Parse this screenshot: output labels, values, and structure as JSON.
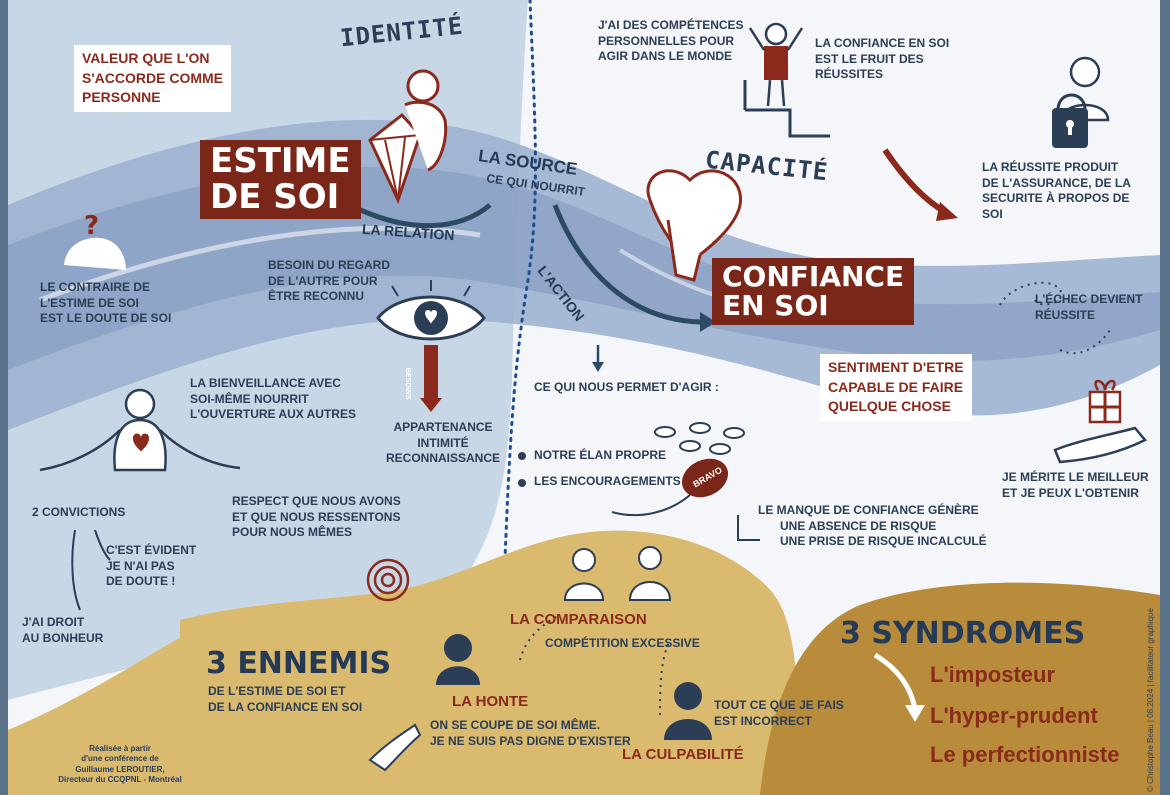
{
  "identite": {
    "title": "IDENTITÉ",
    "value_box": [
      "VALEUR QUE L'ON",
      "S'ACCORDE COMME",
      "PERSONNE"
    ],
    "estime": [
      "ESTIME",
      "DE SOI"
    ],
    "relation": "LA RELATION",
    "contraire": [
      "LE CONTRAIRE DE",
      "L'ESTIME DE SOI",
      "EST LE DOUTE DE SOI"
    ],
    "besoin": [
      "BESOIN DU REGARD",
      "DE L'AUTRE POUR",
      "ÊTRE RECONNU"
    ],
    "besoins_tag": "BESOINS",
    "appartenance": [
      "APPARTENANCE",
      "INTIMITÉ",
      "RECONNAISSANCE"
    ],
    "bienveillance": [
      "LA BIENVEILLANCE AVEC",
      "SOI-MÊME NOURRIT",
      "L'OUVERTURE AUX AUTRES"
    ],
    "respect": [
      "RESPECT QUE NOUS AVONS",
      "ET QUE NOUS RESSENTONS",
      "POUR NOUS MÊMES"
    ],
    "convictions": "2 CONVICTIONS",
    "evident": [
      "C'EST ÉVIDENT",
      "JE N'AI PAS",
      "DE DOUTE !"
    ],
    "droit": [
      "J'AI DROIT",
      "AU BONHEUR"
    ]
  },
  "source": {
    "title": "LA SOURCE",
    "subtitle": "CE QUI NOURRIT",
    "action": "L'ACTION"
  },
  "capacite": {
    "title": "CAPACITÉ",
    "competences": [
      "J'AI DES COMPÉTENCES",
      "PERSONNELLES POUR",
      "AGIR DANS LE MONDE"
    ],
    "fruit": [
      "LA CONFIANCE EN SOI",
      "EST LE FRUIT DES",
      "RÉUSSITES"
    ],
    "reussite": [
      "LA RÉUSSITE PRODUIT",
      "DE L'ASSURANCE, DE LA",
      "SECURITE À PROPOS DE",
      "SOI"
    ],
    "confiance": [
      "CONFIANCE",
      "EN SOI"
    ],
    "echec": [
      "L'ÉCHEC DEVIENT",
      "RÉUSSITE"
    ],
    "sentiment": [
      "SENTIMENT D'ETRE",
      "CAPABLE DE FAIRE",
      "QUELQUE CHOSE"
    ],
    "permet": "CE QUI NOUS PERMET D'AGIR :",
    "bullets": [
      "NOTRE ÉLAN PROPRE",
      "LES ENCOURAGEMENTS"
    ],
    "bravo": "BRAVO",
    "merite": [
      "JE MÉRITE LE MEILLEUR",
      "ET JE PEUX L'OBTENIR"
    ],
    "manque": [
      "LE MANQUE DE CONFIANCE GÉNÈRE",
      "UNE ABSENCE DE RISQUE",
      "UNE PRISE DE RISQUE INCALCULÉ"
    ]
  },
  "ennemis": {
    "title": "3 ENNEMIS",
    "subtitle": [
      "DE L'ESTIME DE SOI ET",
      "DE LA CONFIANCE EN SOI"
    ],
    "comparaison": "LA COMPARAISON",
    "comparaison_desc": "COMPÉTITION EXCESSIVE",
    "honte": "LA HONTE",
    "honte_desc": [
      "ON SE COUPE DE SOI MÊME.",
      "JE NE SUIS PAS DIGNE D'EXISTER"
    ],
    "culpabilite": "LA CULPABILITÉ",
    "culpabilite_desc": [
      "TOUT CE QUE JE FAIS",
      "EST INCORRECT"
    ]
  },
  "syndromes": {
    "title": "3 SYNDROMES",
    "items": [
      "L'imposteur",
      "L'hyper-prudent",
      "Le perfectionniste"
    ]
  },
  "credit": [
    "Réalisée à partir",
    "d'une conférence de",
    "Guillaume LEROUTIER,",
    "Directeur du CCQPNL - Montréal"
  ],
  "copyright": "© Christophe Beau | 08.2024 | facilitateur graphique",
  "colors": {
    "dark_red": "#7a2618",
    "navy": "#2c3e56",
    "sand": "#d7b76a",
    "ochre": "#b98c3c",
    "light_blue": "#c5d5e5",
    "river_blue": "#8fa6c7"
  }
}
